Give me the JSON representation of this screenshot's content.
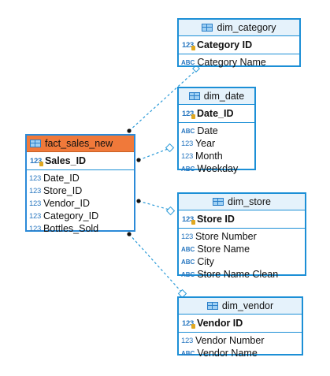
{
  "type_glyphs": {
    "number": "123",
    "text": "ABC"
  },
  "colors": {
    "entity_border": "#1c8fd6",
    "fact_header": "#f0793a",
    "link": "#2a9ad8"
  },
  "entities": {
    "fact_sales_new": {
      "title": "fact_sales_new",
      "pk": "Sales_ID",
      "columns": [
        {
          "name": "Date_ID",
          "type": "123"
        },
        {
          "name": "Store_ID",
          "type": "123"
        },
        {
          "name": "Vendor_ID",
          "type": "123"
        },
        {
          "name": "Category_ID",
          "type": "123"
        },
        {
          "name": "Bottles_Sold",
          "type": "123"
        }
      ]
    },
    "dim_category": {
      "title": "dim_category",
      "pk": "Category ID",
      "columns": [
        {
          "name": "Category Name",
          "type": "ABC"
        }
      ]
    },
    "dim_date": {
      "title": "dim_date",
      "pk": "Date_ID",
      "columns": [
        {
          "name": "Date",
          "type": "ABC"
        },
        {
          "name": "Year",
          "type": "123"
        },
        {
          "name": "Month",
          "type": "123"
        },
        {
          "name": "Weekday",
          "type": "ABC"
        }
      ]
    },
    "dim_store": {
      "title": "dim_store",
      "pk": "Store ID",
      "columns": [
        {
          "name": "Store Number",
          "type": "123"
        },
        {
          "name": "Store Name",
          "type": "ABC"
        },
        {
          "name": "City",
          "type": "ABC"
        },
        {
          "name": "Store Name Clean",
          "type": "ABC"
        }
      ]
    },
    "dim_vendor": {
      "title": "dim_vendor",
      "pk": "Vendor ID",
      "columns": [
        {
          "name": "Vendor Number",
          "type": "123"
        },
        {
          "name": "Vendor Name",
          "type": "ABC"
        }
      ]
    }
  }
}
